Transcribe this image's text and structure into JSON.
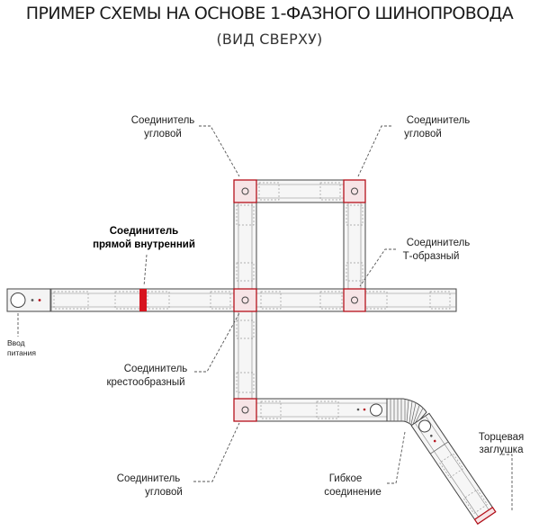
{
  "title": "ПРИМЕР СХЕМЫ НА ОСНОВЕ 1-ФАЗНОГО ШИНОПРОВОДА",
  "subtitle": "(ВИД СВЕРХУ)",
  "labels": {
    "corner_top_left": [
      "Соединитель",
      "угловой"
    ],
    "corner_top_right": [
      "Соединитель",
      "угловой"
    ],
    "straight_internal": [
      "Соединитель",
      "прямой внутренний"
    ],
    "t_shaped": [
      "Соединитель",
      "Т-образный"
    ],
    "cross": [
      "Соединитель",
      "крестообразный"
    ],
    "power_input": [
      "Ввод",
      "питания"
    ],
    "corner_bottom": [
      "Соединитель",
      "угловой"
    ],
    "flexible": [
      "Гибкое",
      "соединение"
    ],
    "end_cap": [
      "Торцевая",
      "заглушка"
    ]
  },
  "colors": {
    "connector_outline": "#b5111b",
    "connector_fill": "#f7e4e6",
    "straight_connector": "#d7141f",
    "track_fill": "#f6f6f6",
    "track_outline": "#444444",
    "leader_line": "#555555"
  }
}
